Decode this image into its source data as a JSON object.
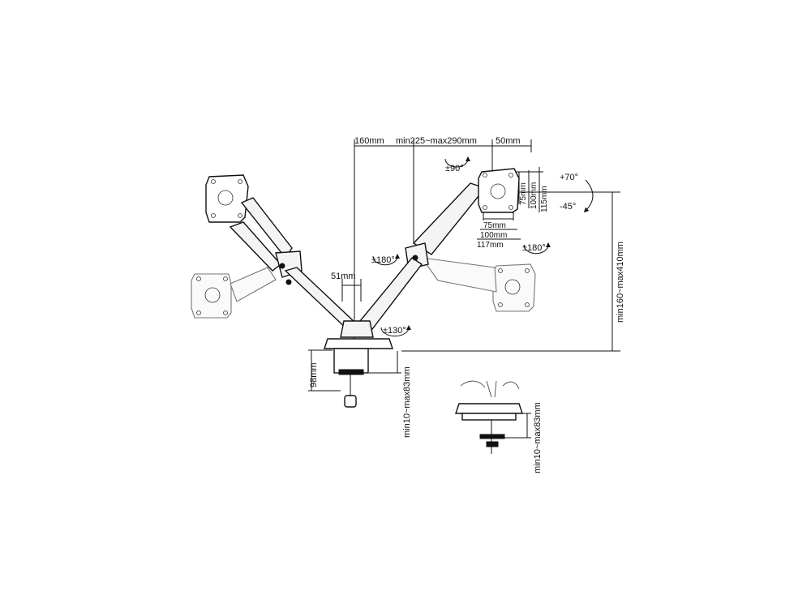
{
  "dimensions": {
    "top_left": "160mm",
    "top_mid": "min225~max290mm",
    "top_right": "50mm",
    "vesa_75_v": "75mm",
    "vesa_100_v": "100mm",
    "vesa_115_v": "115mm",
    "vesa_75_h": "75mm",
    "vesa_100_h": "100mm",
    "vesa_117_h": "117mm",
    "pole_51": "51mm",
    "height_range": "min160~max410mm",
    "base_98": "98mm",
    "clamp_range": "min10~max83mm",
    "grommet_range": "min10~max83mm"
  },
  "angles": {
    "rotate_90": "±90°",
    "tilt_up": "+70°",
    "tilt_down": "-45°",
    "swivel_left": "±180°",
    "swivel_right": "±180°",
    "arm_swivel": "±130°"
  }
}
